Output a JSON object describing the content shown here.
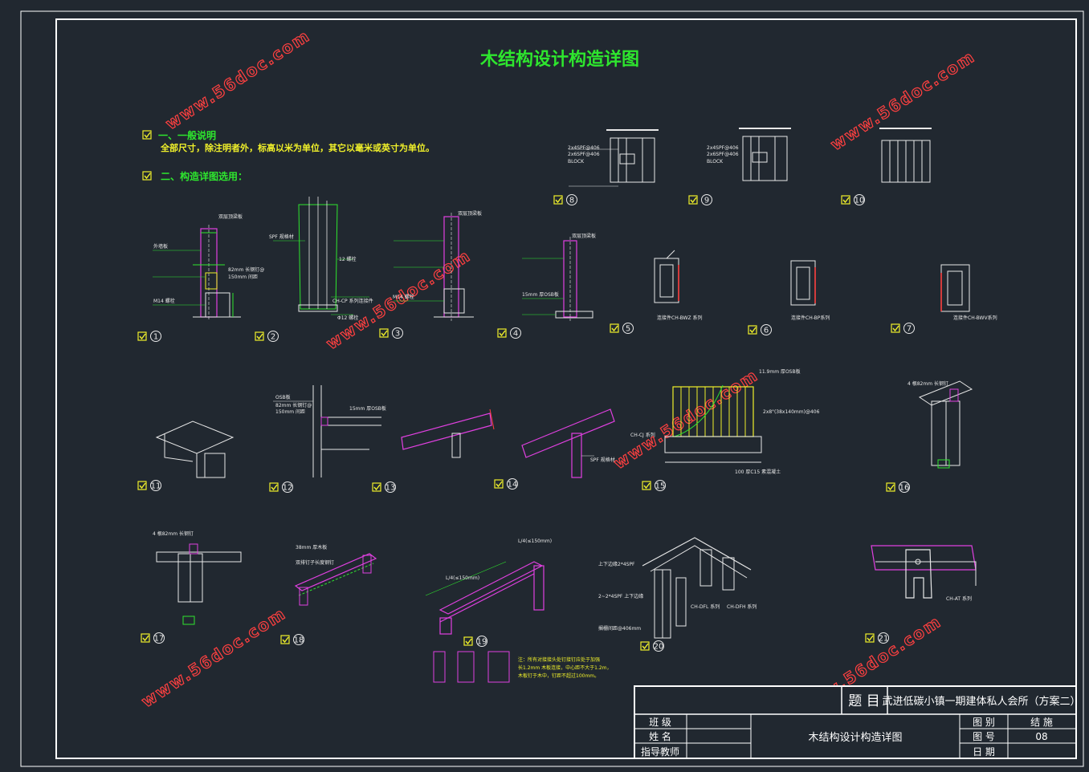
{
  "drawing": {
    "title": "木结构设计构造详图",
    "section1_heading": "一、一般说明",
    "section1_text": "全部尺寸，除注明者外，标高以米为单位，其它以毫米或英寸为单位。",
    "section2_heading": "二、构造详图选用："
  },
  "watermark": "www.56doc.com",
  "details": [
    {
      "num": "1"
    },
    {
      "num": "2"
    },
    {
      "num": "3"
    },
    {
      "num": "4"
    },
    {
      "num": "5"
    },
    {
      "num": "6"
    },
    {
      "num": "7"
    },
    {
      "num": "8"
    },
    {
      "num": "9"
    },
    {
      "num": "10"
    },
    {
      "num": "11"
    },
    {
      "num": "12"
    },
    {
      "num": "13"
    },
    {
      "num": "14"
    },
    {
      "num": "15"
    },
    {
      "num": "16"
    },
    {
      "num": "17"
    },
    {
      "num": "18"
    },
    {
      "num": "19"
    },
    {
      "num": "20"
    },
    {
      "num": "21"
    }
  ],
  "labels": {
    "d1_a": "双层顶梁板",
    "d1_b": "外墙板",
    "d1_c": "82mm 长钢钉@",
    "d1_d": "150mm 间距",
    "d1_e": "M14 螺栓",
    "d2_a": "SPF 规格材",
    "d2_b": "12 螺栓",
    "d2_c": "CH-CP 系列连接件",
    "d2_d": "Φ12 螺栓",
    "d3_a": "双层顶梁板",
    "d3_b": "M14 螺栓",
    "d4_a": "双层顶梁板",
    "d4_b": "15mm 厚OSB板",
    "d5_a": "连接件CH-BWZ 系列",
    "d6_a": "连接件CH-BP系列",
    "d7_a": "连接件CH-BWV系列",
    "d8_a": "2x4SPF@406",
    "d8_b": "2x6SPF@406",
    "d8_c": "BLOCK",
    "d9_a": "2x4SPF@406",
    "d9_b": "2x6SPF@406",
    "d9_c": "BLOCK",
    "d12_a": "OSB板",
    "d12_b": "82mm 长钢钉@",
    "d12_c": "150mm 间距",
    "d12_d": "15mm 厚OSB板",
    "d14_a": "SPF 规格材",
    "d15_a": "11.9mm 厚OSB板",
    "d15_b": "2x8\"(38x140mm)@406",
    "d15_c": "100 厚C15 素混凝土",
    "d15_d": "CH-CJ 系列",
    "d16_a": "4 根82mm 长钢钉",
    "d17_a": "4 根82mm 长钢钉",
    "d18_a": "38mm 厚木板",
    "d18_b": "双排钉子长度钢钉",
    "d19_a": "L/4(≤150mm)",
    "d19_b": "L/4(≤150mm)",
    "d20_a": "上下边缘2*4SPF",
    "d20_b": "2~2*4SPF 上下边缘",
    "d20_c": "CH-DFL 系列",
    "d20_d": "CH-DFH 系列",
    "d20_e": "搁栅间距@406mm",
    "d21_a": "CH-AT 系列",
    "notes19_1": "注：所有对接接头处钉接钉应处于加强",
    "notes19_2": "长1.2mm 木板连接，中心距不大于1.2m，",
    "notes19_3": "木板钉于木中，钉距不超过100mm。"
  },
  "title_block": {
    "label_topic": "题 目",
    "project": "武进低碳小镇一期建体私人会所（方案二）",
    "label_class": "班 级",
    "label_name": "姓 名",
    "label_advisor": "指导教师",
    "drawing_name": "木结构设计构造详图",
    "label_category": "图 别",
    "category_value": "结 施",
    "label_number": "图 号",
    "number_value": "08",
    "label_date": "日 期"
  },
  "colors": {
    "background": "#212830",
    "frame": "#ffffff",
    "title": "#2ee62e",
    "note": "#f0f02a",
    "magenta": "#e040e0",
    "green": "#2ee62e",
    "yellow": "#f0f02a",
    "red": "#ff4040",
    "cyan": "#40e0e0"
  }
}
